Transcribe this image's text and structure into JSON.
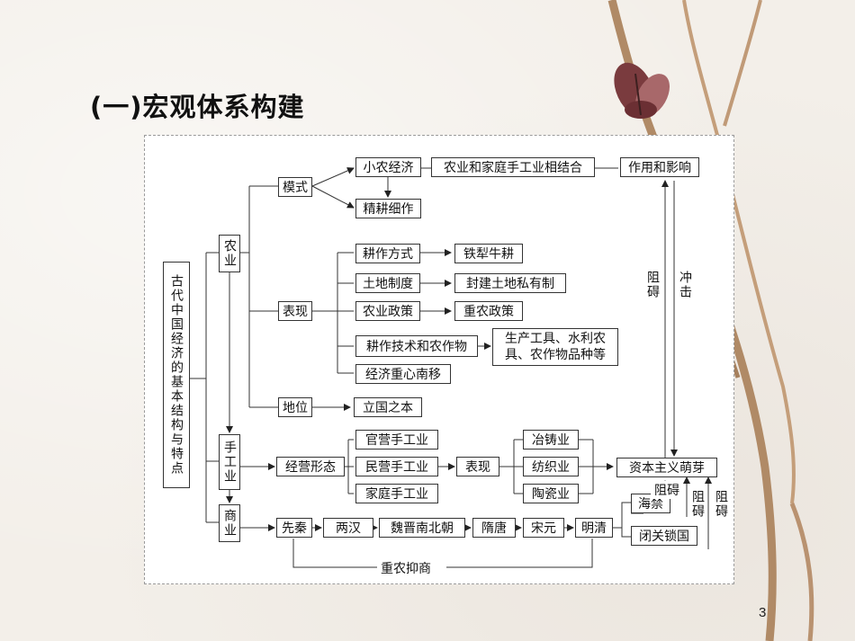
{
  "title": "(一)宏观体系构建",
  "page_number": "3",
  "nodes": {
    "root": "古代中国经济的基本结构与特点",
    "agriculture": "农业",
    "handicraft": "手工业",
    "commerce": "商业",
    "mode": "模式",
    "small_peasant": "小农经济",
    "combine": "农业和家庭手工业相结合",
    "effect": "作用和影响",
    "intensive": "精耕细作",
    "performance": "表现",
    "farming_method": "耕作方式",
    "iron_plough": "铁犁牛耕",
    "land_system": "土地制度",
    "feudal_land": "封建土地私有制",
    "agri_policy": "农业政策",
    "emphasis_agri": "重农政策",
    "tech_crops": "耕作技术和农作物",
    "tools": "生产工具、水利农具、农作物品种等",
    "center_shift": "经济重心南移",
    "status": "地位",
    "foundation": "立国之本",
    "operation": "经营形态",
    "official": "官营手工业",
    "private": "民营手工业",
    "family": "家庭手工业",
    "performance2": "表现",
    "metallurgy": "冶铸业",
    "textile": "纺织业",
    "ceramics": "陶瓷业",
    "capitalism": "资本主义萌芽",
    "pre_qin": "先秦",
    "han": "两汉",
    "wei_jin": "魏晋南北朝",
    "sui_tang": "隋唐",
    "song_yuan": "宋元",
    "ming_qing": "明清",
    "haijin": "海禁",
    "closed": "闭关锁国",
    "agri_over_commerce": "重农抑商"
  },
  "labels": {
    "hinder1": "阻碍",
    "impact": "冲击",
    "hinder2": "阻碍",
    "hinder3": "阻碍",
    "hinder4": "阻碍"
  }
}
